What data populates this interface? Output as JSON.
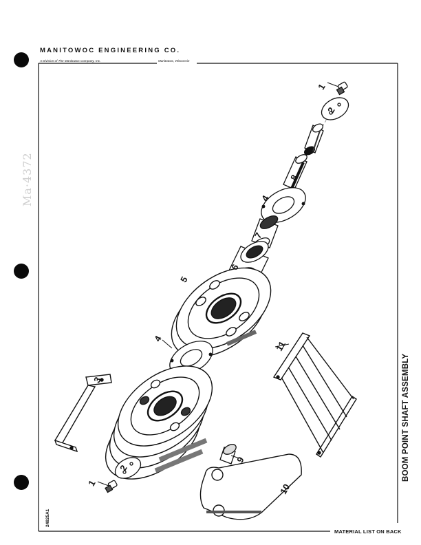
{
  "header": {
    "company": "MANITOWOC ENGINEERING CO.",
    "division": "A Division of The Manitowoc Company, Inc.",
    "location": "Manitowoc, Wisconsin"
  },
  "title": "BOOM POINT SHAFT ASSEMBLY",
  "footer": {
    "material_note": "MATERIAL LIST ON BACK",
    "document_number": "24825A1"
  },
  "margin_note": "Ma·4372",
  "callouts": {
    "c1_top": "1",
    "c2_top": "2",
    "c3": "3",
    "c4_top": "4",
    "c4_mid": "4",
    "c5": "5",
    "c6": "6",
    "c7": "7",
    "c8": "8",
    "c9": "9",
    "c10": "10",
    "c11": "11",
    "c1_bottom": "1",
    "c2_bottom": "2"
  }
}
